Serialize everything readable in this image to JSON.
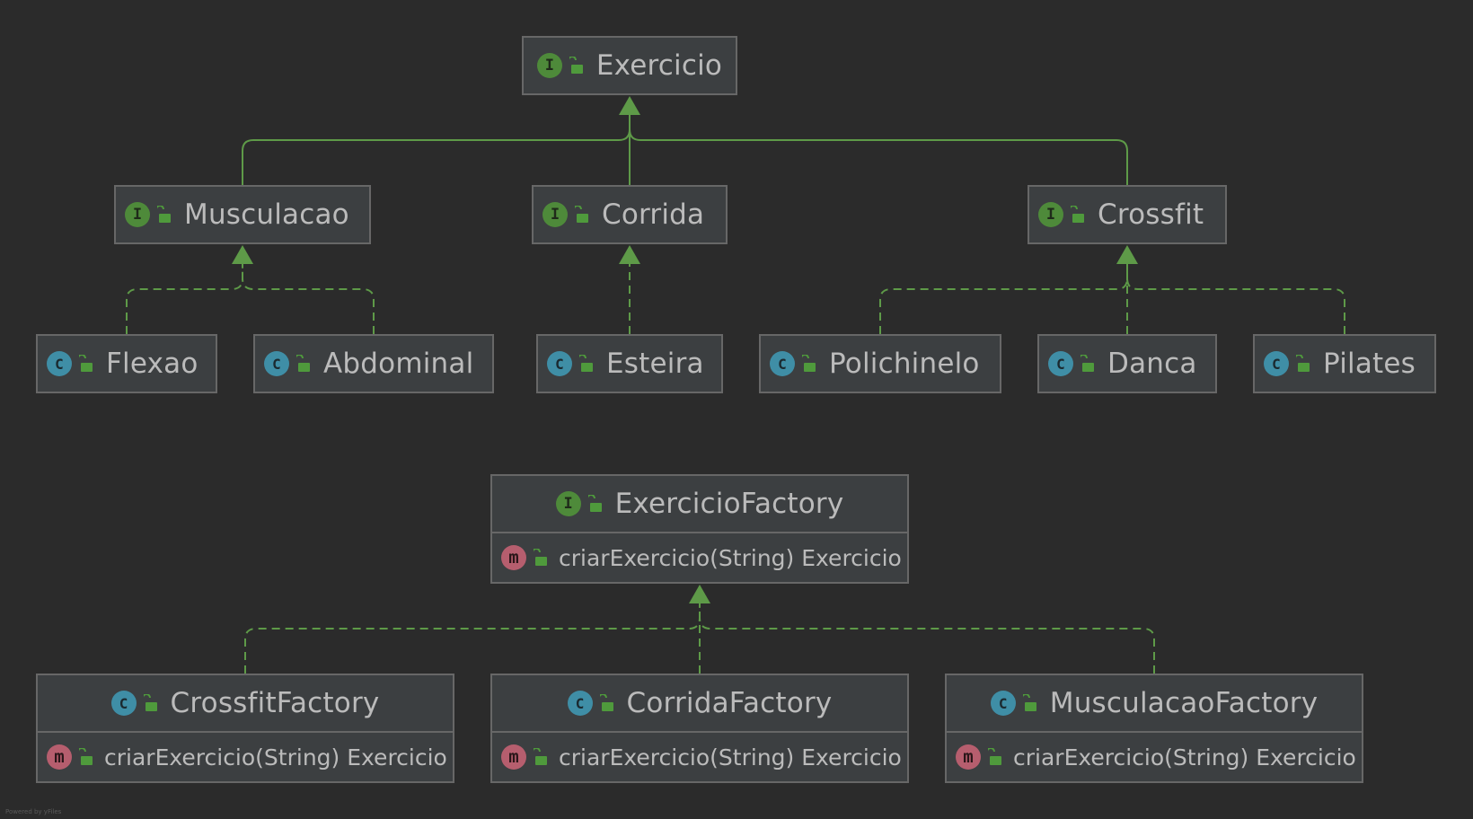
{
  "colors": {
    "background": "#2b2b2b",
    "node_fill": "#3c3f41",
    "node_border": "#676767",
    "text": "#bbbbbb",
    "edge": "#5e9a48",
    "interface_badge": "#4e8a3a",
    "class_badge": "#3f8ea6",
    "method_badge": "#b65e6e",
    "public_lock": "#4f9a3c"
  },
  "badges": {
    "interface": "I",
    "class": "C",
    "method": "m"
  },
  "icons": {
    "interface": "interface-icon",
    "class": "class-icon",
    "method": "method-icon",
    "visibility": "unlock-icon"
  },
  "nodes": {
    "exercicio": {
      "name": "Exercicio",
      "kind": "interface"
    },
    "musculacao": {
      "name": "Musculacao",
      "kind": "interface"
    },
    "corrida": {
      "name": "Corrida",
      "kind": "interface"
    },
    "crossfit": {
      "name": "Crossfit",
      "kind": "interface"
    },
    "flexao": {
      "name": "Flexao",
      "kind": "class"
    },
    "abdominal": {
      "name": "Abdominal",
      "kind": "class"
    },
    "esteira": {
      "name": "Esteira",
      "kind": "class"
    },
    "polichinelo": {
      "name": "Polichinelo",
      "kind": "class"
    },
    "danca": {
      "name": "Danca",
      "kind": "class"
    },
    "pilates": {
      "name": "Pilates",
      "kind": "class"
    },
    "exercicio_factory": {
      "name": "ExercicioFactory",
      "kind": "interface",
      "member": "criarExercicio(String) Exercicio"
    },
    "crossfit_factory": {
      "name": "CrossfitFactory",
      "kind": "class",
      "member": "criarExercicio(String) Exercicio"
    },
    "corrida_factory": {
      "name": "CorridaFactory",
      "kind": "class",
      "member": "criarExercicio(String) Exercicio"
    },
    "musculacao_factory": {
      "name": "MusculacaoFactory",
      "kind": "class",
      "member": "criarExercicio(String) Exercicio"
    }
  },
  "edges": [
    {
      "from": "musculacao",
      "to": "exercicio",
      "style": "solid"
    },
    {
      "from": "corrida",
      "to": "exercicio",
      "style": "solid"
    },
    {
      "from": "crossfit",
      "to": "exercicio",
      "style": "solid"
    },
    {
      "from": "flexao",
      "to": "musculacao",
      "style": "dashed"
    },
    {
      "from": "abdominal",
      "to": "musculacao",
      "style": "dashed"
    },
    {
      "from": "esteira",
      "to": "corrida",
      "style": "dashed"
    },
    {
      "from": "polichinelo",
      "to": "crossfit",
      "style": "dashed"
    },
    {
      "from": "danca",
      "to": "crossfit",
      "style": "dashed"
    },
    {
      "from": "pilates",
      "to": "crossfit",
      "style": "dashed"
    },
    {
      "from": "crossfit_factory",
      "to": "exercicio_factory",
      "style": "dashed"
    },
    {
      "from": "corrida_factory",
      "to": "exercicio_factory",
      "style": "dashed"
    },
    {
      "from": "musculacao_factory",
      "to": "exercicio_factory",
      "style": "dashed"
    }
  ],
  "footer": "Powered by yFiles"
}
